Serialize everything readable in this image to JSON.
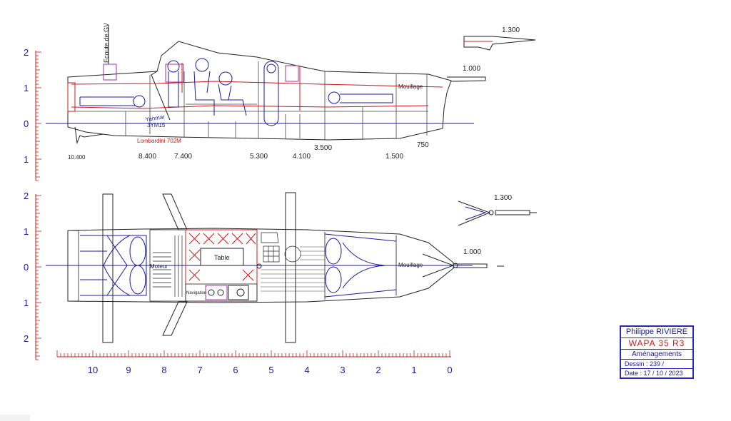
{
  "side_view": {
    "y_scale": [
      "2",
      "1",
      "0",
      "1"
    ],
    "labels": {
      "ecoute": "Ecoute de GV",
      "mouillage": "Mouillage",
      "yanmar": "Yanmar",
      "yanmar_model": "3YM15",
      "lombardini": "Lombardini 702M",
      "rudder_dim": "1.300",
      "bowsprit_dim": "1.000"
    },
    "stations": [
      "10.400",
      "8.400",
      "7.400",
      "5.300",
      "4.100",
      "3.500",
      "1.500",
      "750"
    ]
  },
  "plan_view": {
    "y_scale": [
      "2",
      "1",
      "0",
      "1",
      "2"
    ],
    "labels": {
      "table": "Table",
      "moteur": "Moteur",
      "navigation": "Navigation",
      "mouillage": "Mouillage",
      "rudder_dim": "1.300",
      "bowsprit_dim": "1.000"
    }
  },
  "x_scale": [
    "10",
    "9",
    "8",
    "7",
    "6",
    "5",
    "4",
    "3",
    "2",
    "1",
    "0"
  ],
  "title_block": {
    "author": "Philippe  RIVIERE",
    "model": "WAPA  35  R3",
    "sheet": "Aménagements",
    "drawing_no": "Dessin :  239  /",
    "date": "Date : 17 / 10 / 2023"
  },
  "colors": {
    "blue": "#1a1aa0",
    "red": "#d01818",
    "ink": "#222222"
  }
}
